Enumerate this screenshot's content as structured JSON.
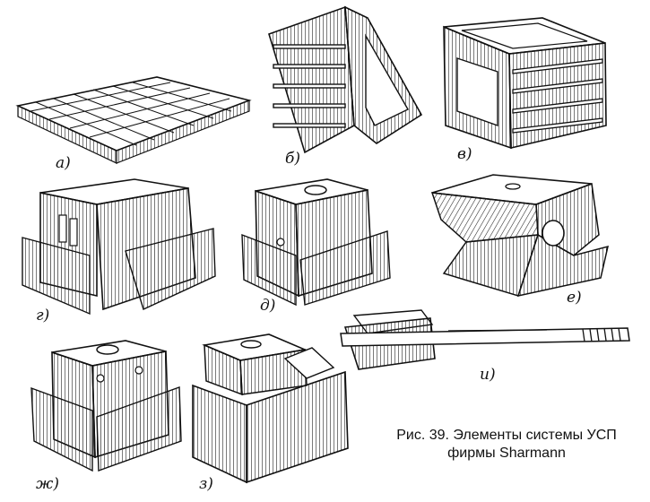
{
  "labels": {
    "a": "а)",
    "b": "б)",
    "v": "в)",
    "g": "г)",
    "d": "д)",
    "e": "е)",
    "zh": "ж)",
    "z": "з)",
    "i": "и)"
  },
  "caption": {
    "line1": "Рис. 39. Элементы системы УСП",
    "line2": "фирмы Sharmann"
  }
}
